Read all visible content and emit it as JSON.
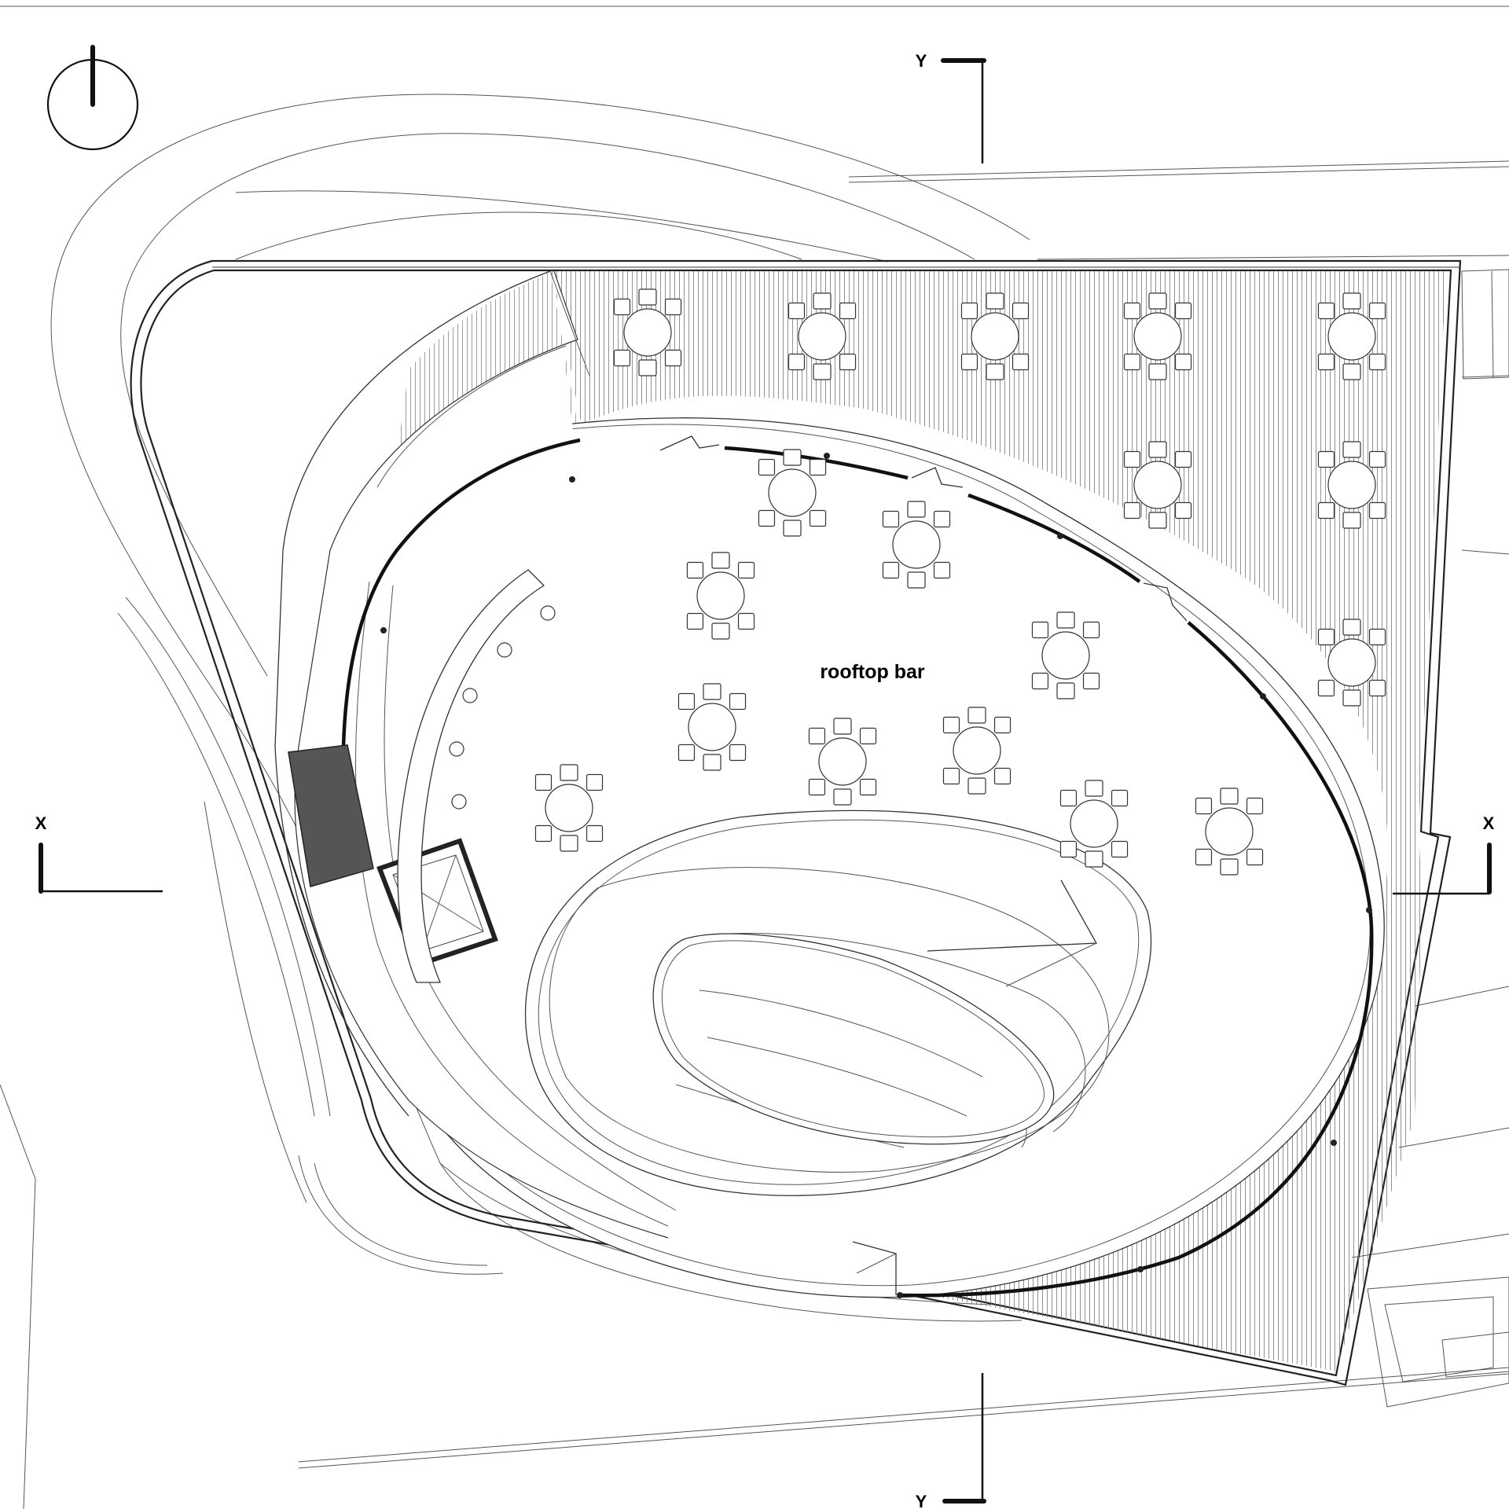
{
  "labels": {
    "room": "rooftop bar",
    "section_x": "X",
    "section_y": "Y"
  },
  "colors": {
    "line": "#333333",
    "solid_core": "#555555",
    "background": "#ffffff"
  },
  "icons": {
    "north_arrow": "north-arrow-icon"
  }
}
